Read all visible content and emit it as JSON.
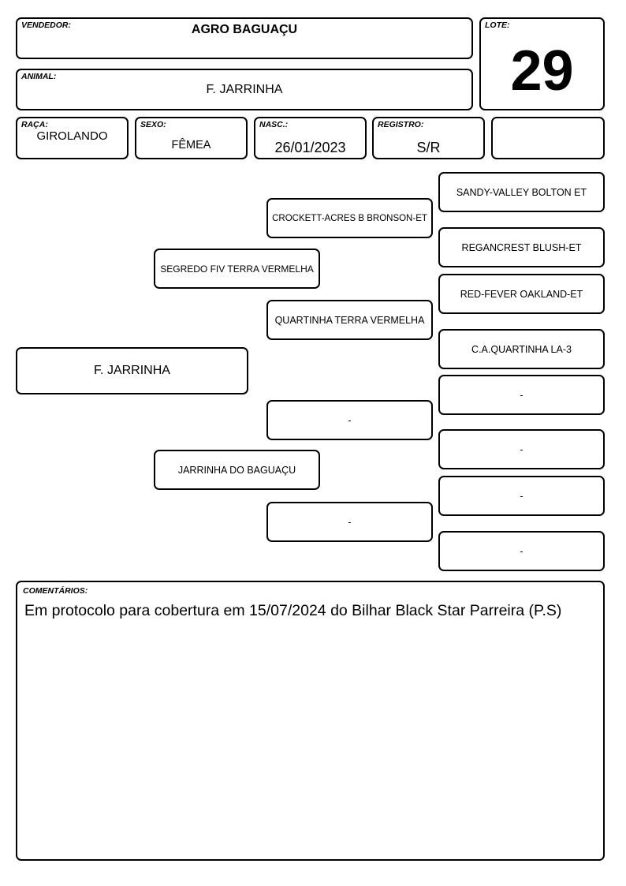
{
  "header": {
    "vendedor_label": "VENDEDOR:",
    "vendedor_value": "AGRO BAGUAÇU",
    "lote_label": "LOTE:",
    "lote_value": "29",
    "animal_label": "ANIMAL:",
    "animal_value": "F. JARRINHA"
  },
  "info": {
    "raca_label": "RAÇA:",
    "raca_value": "GIROLANDO",
    "sexo_label": "SEXO:",
    "sexo_value": "FÊMEA",
    "nasc_label": "NASC.:",
    "nasc_value": "26/01/2023",
    "registro_label": "REGISTRO:",
    "registro_value": "S/R"
  },
  "pedigree": {
    "animal": "F. JARRINHA",
    "sire": "SEGREDO FIV TERRA VERMELHA",
    "dam": "JARRINHA DO BAGUAÇU",
    "sire_sire": "CROCKETT-ACRES B BRONSON-ET",
    "sire_dam": "QUARTINHA TERRA VERMELHA",
    "dam_sire": "-",
    "dam_dam": "-",
    "great_grandparents": [
      "SANDY-VALLEY BOLTON ET",
      "REGANCREST BLUSH-ET",
      "RED-FEVER OAKLAND-ET",
      "C.A.QUARTINHA LA-3",
      "-",
      "-",
      "-",
      "-"
    ]
  },
  "comments": {
    "label": "COMENTÁRIOS:",
    "text": "Em protocolo para cobertura em 15/07/2024 do Bilhar Black Star Parreira (P.S)"
  }
}
